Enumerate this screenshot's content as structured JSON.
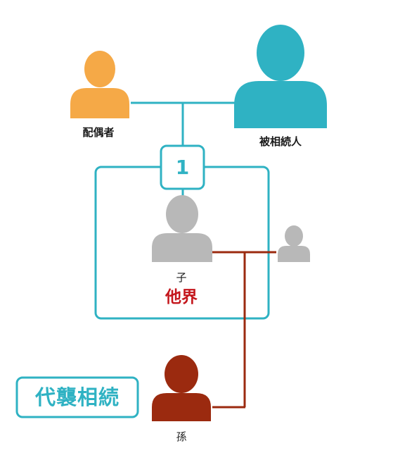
{
  "colors": {
    "teal": "#2fb2c3",
    "orange": "#f5a947",
    "gray": "#b8b8b8",
    "dark_red": "#9b2a0f",
    "status_red": "#c4161c"
  },
  "nodes": {
    "spouse": {
      "label": "配偶者",
      "icon": "person-icon"
    },
    "deceased": {
      "label": "被相続人",
      "icon": "person-icon"
    },
    "child": {
      "label": "子",
      "status": "他界",
      "icon": "person-icon"
    },
    "child_spouse": {
      "icon": "person-icon"
    },
    "grandchild": {
      "label": "孫",
      "icon": "person-icon"
    }
  },
  "badge": {
    "number": "1"
  },
  "tag": {
    "label": "代襲相続"
  }
}
